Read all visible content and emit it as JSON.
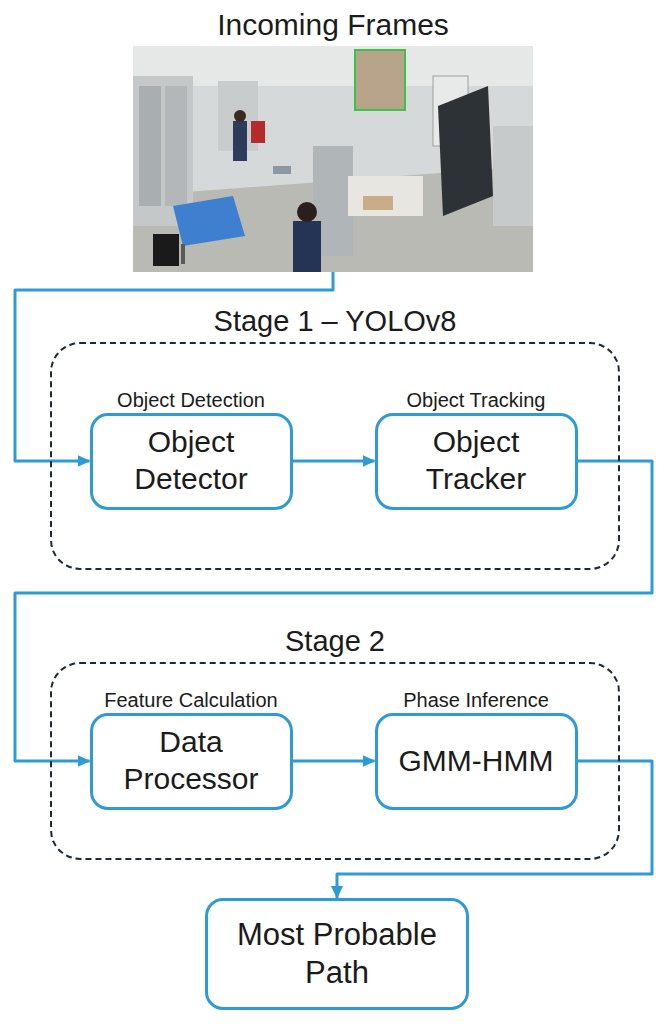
{
  "diagram": {
    "nodes": [
      {
        "text": [
          "Incoming Frames"
        ]
      },
      {
        "text": [
          "Stage 1 – YOLOv8"
        ]
      },
      {
        "text": [
          "Object Detection",
          "Object Detector"
        ],
        "in": 1
      },
      {
        "text": [
          "Object Tracking",
          "Object Tracker"
        ],
        "in": 1
      },
      {
        "text": [
          "Stage 2"
        ]
      },
      {
        "text": [
          "Feature Calculation",
          "Data Processor"
        ],
        "in": 4
      },
      {
        "text": [
          "Phase Inference",
          "GMM-HMM"
        ],
        "in": 4
      },
      {
        "text": [
          "Most Probable Path"
        ]
      }
    ],
    "edges": [
      {
        "from": 0,
        "to": 2,
        "arrow": "to"
      },
      {
        "from": 2,
        "to": 3,
        "arrow": "to"
      },
      {
        "from": 3,
        "to": 5,
        "arrow": "to"
      },
      {
        "from": 5,
        "to": 6,
        "arrow": "to"
      },
      {
        "from": 6,
        "to": 7,
        "arrow": "to"
      }
    ]
  }
}
